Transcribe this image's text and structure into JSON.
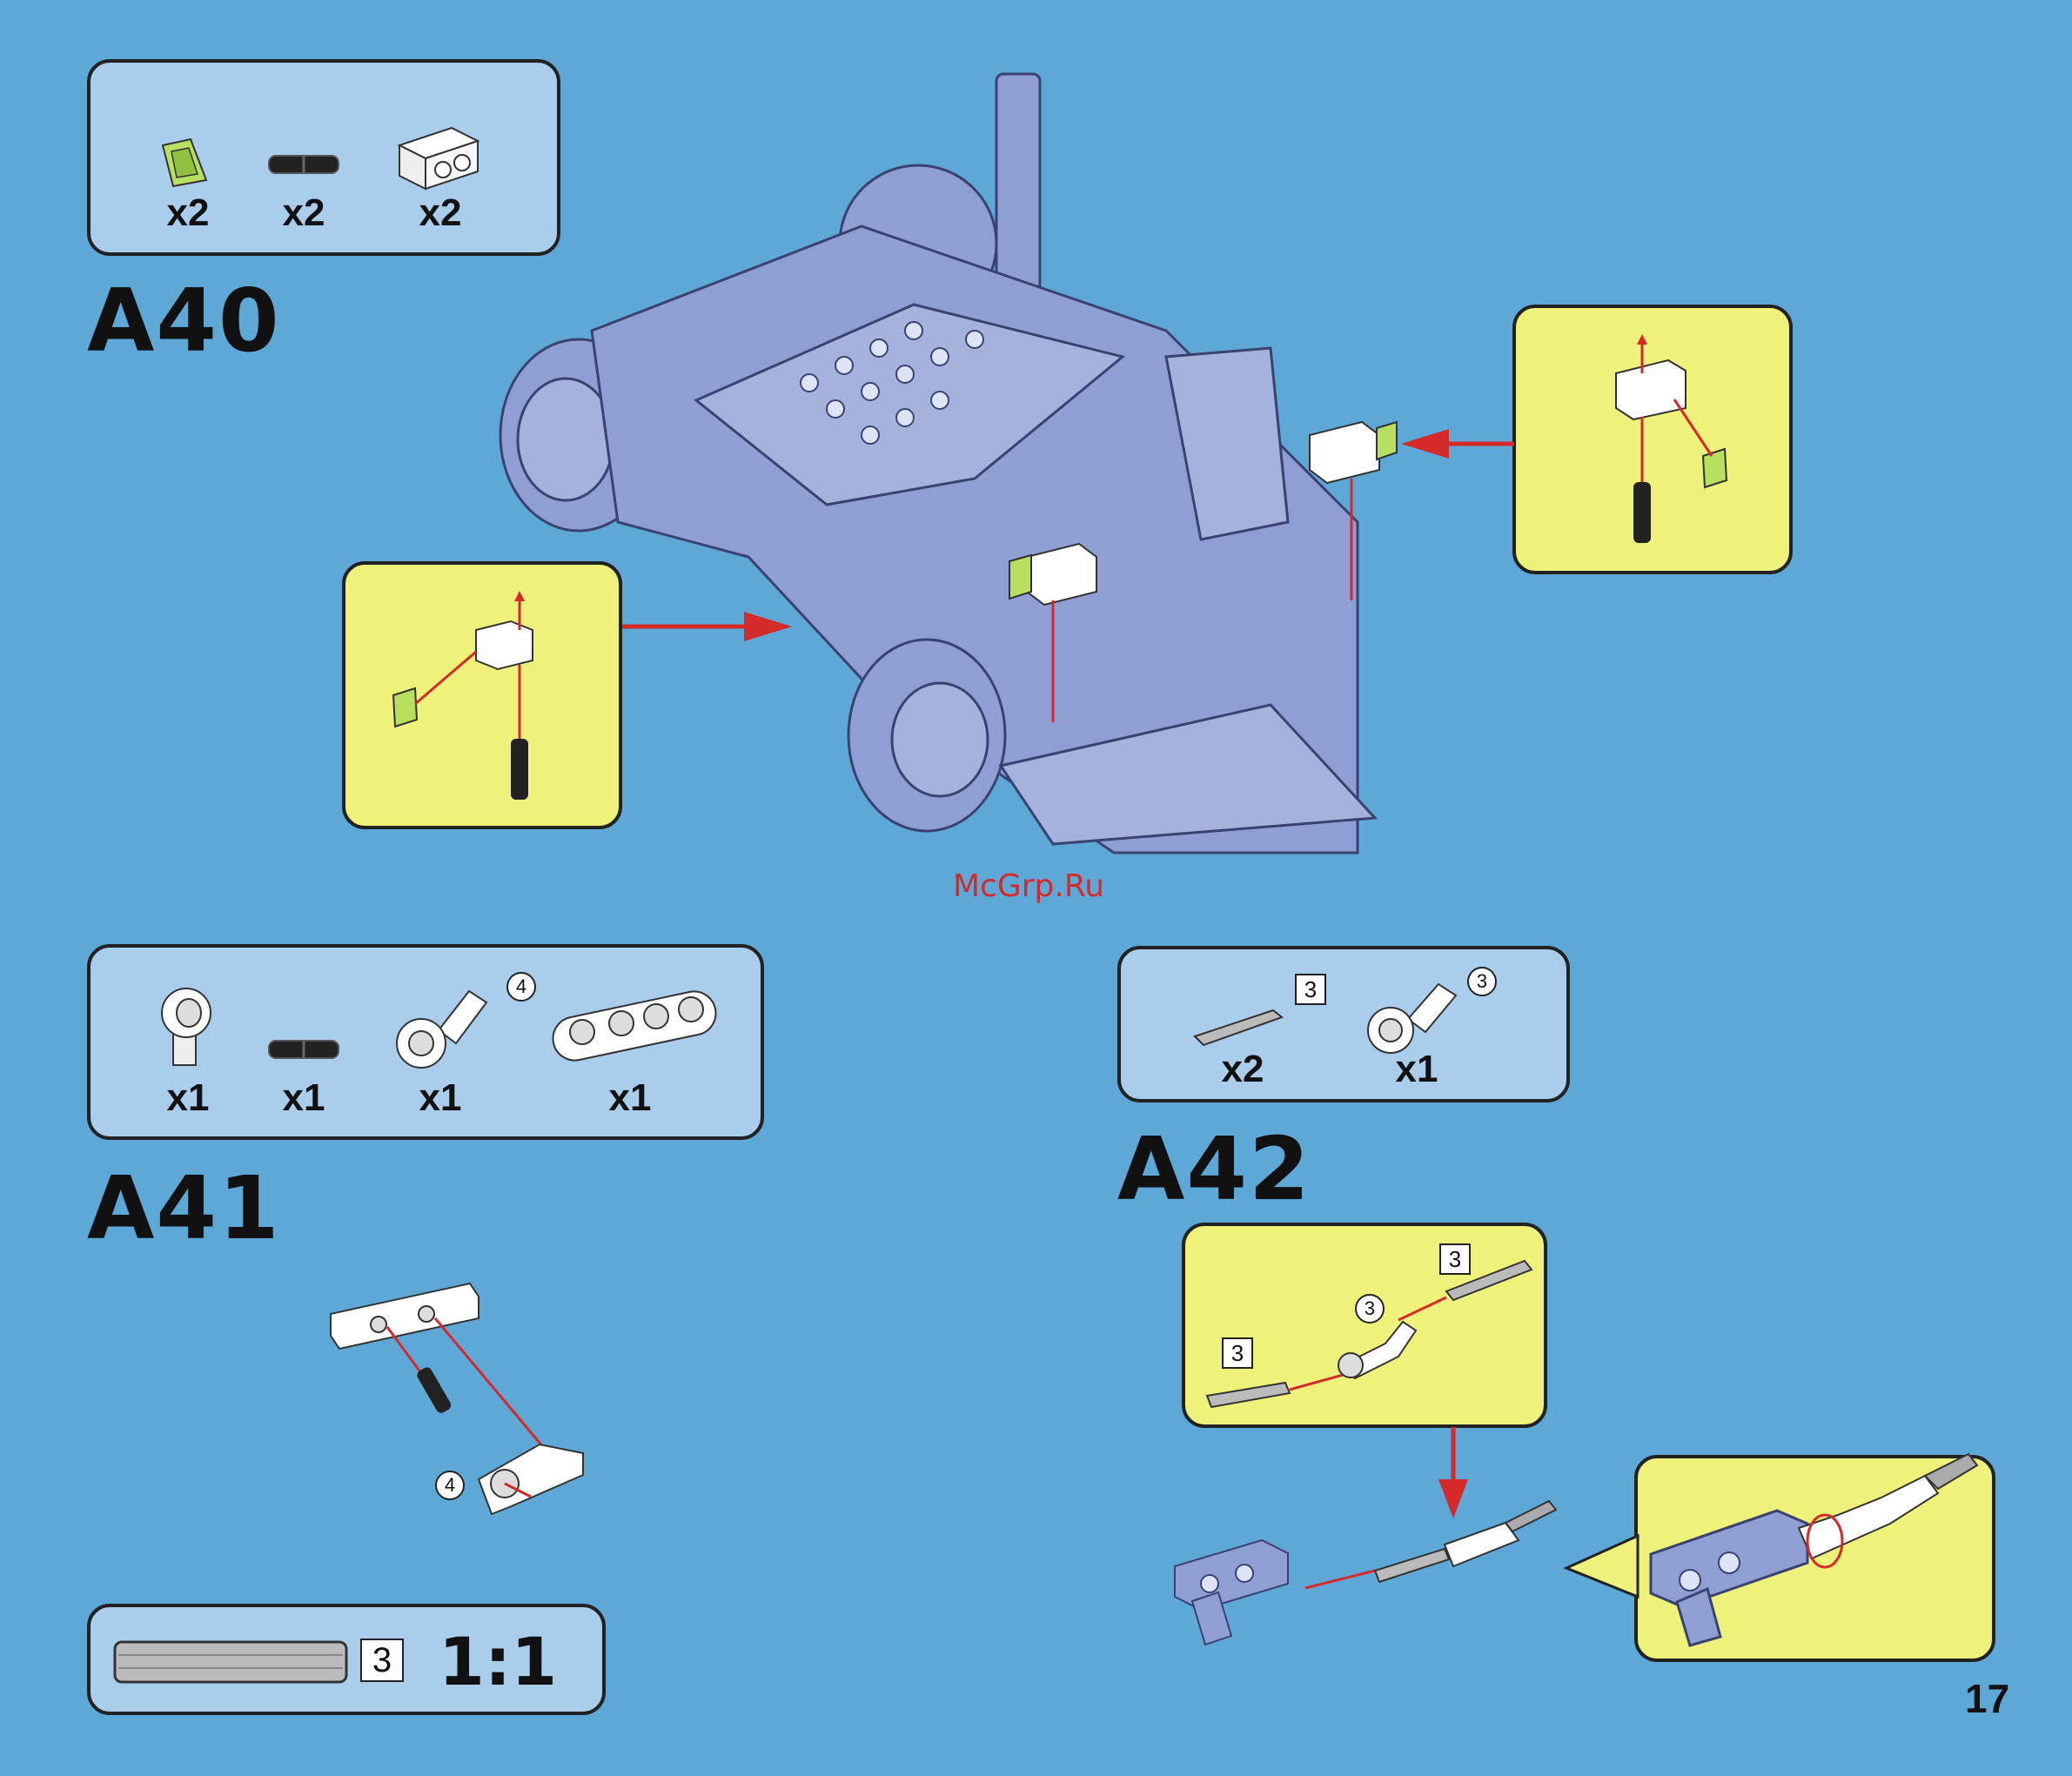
{
  "watermark": "McGrp.Ru",
  "page_number": "17",
  "steps": {
    "a40": {
      "label": "A40",
      "parts": [
        {
          "icon": "green-wedge-icon",
          "qty": "x2"
        },
        {
          "icon": "black-pin-icon",
          "qty": "x2"
        },
        {
          "icon": "white-brick-icon",
          "qty": "x2"
        }
      ]
    },
    "a41": {
      "label": "A41",
      "parts": [
        {
          "icon": "axle-connector-icon",
          "qty": "x1"
        },
        {
          "icon": "black-pin-icon",
          "qty": "x1"
        },
        {
          "icon": "angled-connector-icon",
          "qty": "x1",
          "badge": "4"
        },
        {
          "icon": "beam-icon",
          "qty": "x1"
        }
      ],
      "callout_badge": "4"
    },
    "a42": {
      "label": "A42",
      "parts": [
        {
          "icon": "axle-icon",
          "qty": "x2",
          "badge": "3"
        },
        {
          "icon": "angled-connector-icon",
          "qty": "x1",
          "badge": "3"
        }
      ],
      "callout_badges": [
        "3",
        "3",
        "3"
      ]
    }
  },
  "scale_box": {
    "badge": "3",
    "ratio": "1:1"
  },
  "colors": {
    "background": "#5ea8d8",
    "parts_box": "#a9cdea",
    "callout": "#eef27a",
    "arrow": "#d42a2a",
    "model": "#8f9fd4",
    "highlight_green": "#b8e060"
  }
}
